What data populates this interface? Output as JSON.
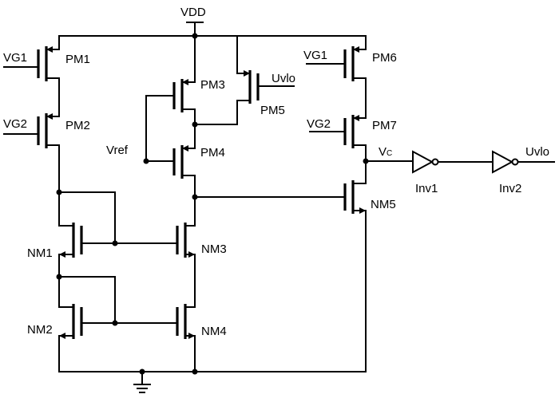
{
  "labels": {
    "vdd": "VDD",
    "pm1": "PM1",
    "pm2": "PM2",
    "pm3": "PM3",
    "pm4": "PM4",
    "pm5": "PM5",
    "pm6": "PM6",
    "pm7": "PM7",
    "nm1": "NM1",
    "nm2": "NM2",
    "nm3": "NM3",
    "nm4": "NM4",
    "nm5": "NM5",
    "vg1_left": "VG1",
    "vg2_left": "VG2",
    "vg1_right": "VG1",
    "vg2_right": "VG2",
    "vref": "Vref",
    "uvlo_pm5": "Uvlo",
    "uvlo_out": "Uvlo",
    "vc_main": "V",
    "vc_sub": "C",
    "inv1": "Inv1",
    "inv2": "Inv2"
  }
}
